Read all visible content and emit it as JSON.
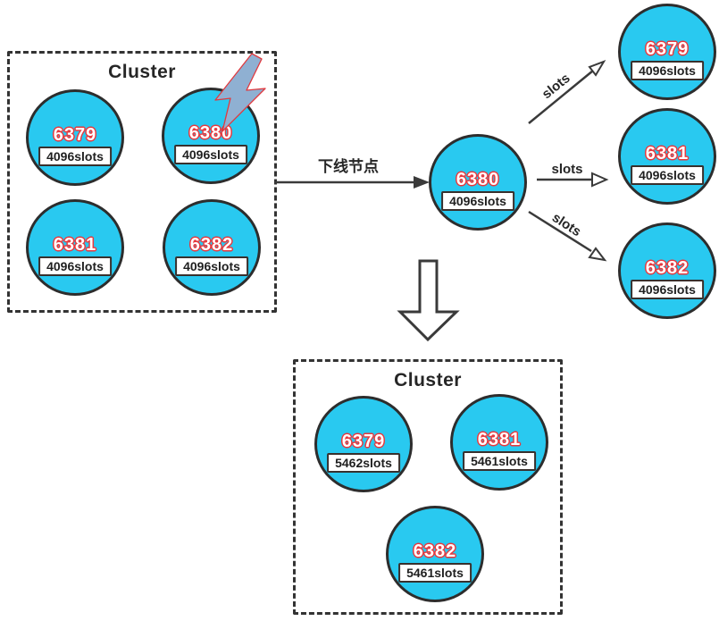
{
  "top_cluster": {
    "title": "Cluster",
    "nodes": [
      {
        "port": "6379",
        "slots": "4096slots"
      },
      {
        "port": "6380",
        "slots": "4096slots"
      },
      {
        "port": "6381",
        "slots": "4096slots"
      },
      {
        "port": "6382",
        "slots": "4096slots"
      }
    ]
  },
  "transition_arrow": {
    "label": "下线节点"
  },
  "offline_node": {
    "port": "6380",
    "slots": "4096slots"
  },
  "slot_transfer": {
    "labels": [
      "slots",
      "slots",
      "slots"
    ]
  },
  "target_nodes": [
    {
      "port": "6379",
      "slots": "4096slots"
    },
    {
      "port": "6381",
      "slots": "4096slots"
    },
    {
      "port": "6382",
      "slots": "4096slots"
    }
  ],
  "bottom_cluster": {
    "title": "Cluster",
    "nodes": [
      {
        "port": "6379",
        "slots": "5462slots"
      },
      {
        "port": "6381",
        "slots": "5461slots"
      },
      {
        "port": "6382",
        "slots": "5461slots"
      }
    ]
  },
  "colors": {
    "node_fill": "#29c9f0",
    "node_border": "#2d2d2d",
    "port_text": "#ffffff",
    "port_outline": "#e8383d",
    "arrow": "#3a3a3a",
    "lightning_fill": "#8fb0d2",
    "lightning_stroke": "#e0393e"
  }
}
